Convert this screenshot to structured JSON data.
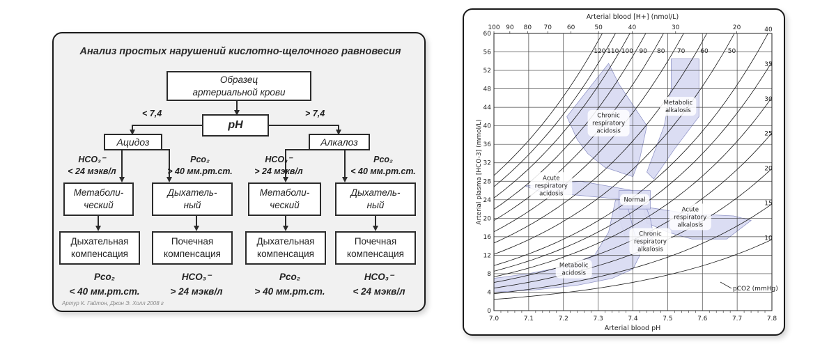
{
  "flowchart": {
    "title": "Анализ простых нарушений кислотно-щелочного равновесия",
    "sample_line1": "Образец",
    "sample_line2": "артериальной крови",
    "ph": "pH",
    "lt": "< 7,4",
    "gt": "> 7,4",
    "acidosis": "Ацидоз",
    "alkalosis": "Алкалоз",
    "acid_left_l1": "HCO₃⁻",
    "acid_left_l2": "< 24 мэкв/л",
    "acid_right_l1": "Pco₂",
    "acid_right_l2": "> 40 мм.рт.ст.",
    "alk_left_l1": "HCO₃⁻",
    "alk_left_l2": "> 24 мэкв/л",
    "alk_right_l1": "Pco₂",
    "alk_right_l2": "< 40 мм.рт.ст.",
    "metab_l1": "Метаболи-",
    "metab_l2": "ческий",
    "resp_l1": "Дыхатель-",
    "resp_l2": "ный",
    "resp_comp_l1": "Дыхательная",
    "resp_comp_l2": "компенсация",
    "renal_comp_l1": "Почечная",
    "renal_comp_l2": "компенсация",
    "bottom": [
      {
        "l1": "Pco₂",
        "l2": "< 40 мм.рт.ст."
      },
      {
        "l1": "HCO₃⁻",
        "l2": "> 24 мэкв/л"
      },
      {
        "l1": "Pco₂",
        "l2": "> 40 мм.рт.ст."
      },
      {
        "l1": "HCO₃⁻",
        "l2": "< 24 мэкв/л"
      }
    ],
    "credit": "Артур К. Гайтон, Джон Э. Холл 2008 г"
  },
  "nomogram": {
    "top_label": "Arterial blood [H+] (nmol/L)",
    "x_label": "Arterial blood pH",
    "y_label": "Arterial plasma [HCO-3] (mmol/L)",
    "pco2_label": "pCO2 (mmHg)",
    "x_ticks": [
      "7.0",
      "7.1",
      "7.2",
      "7.3",
      "7.4",
      "7.5",
      "7.6",
      "7.7",
      "7.8"
    ],
    "y_ticks": [
      "0",
      "4",
      "8",
      "12",
      "16",
      "20",
      "24",
      "28",
      "32",
      "36",
      "40",
      "44",
      "48",
      "52",
      "56",
      "60"
    ],
    "h_ticks": [
      "100",
      "90",
      "80",
      "70",
      "60",
      "50",
      "40",
      "30",
      "20"
    ],
    "pco2_values": [
      120,
      110,
      100,
      90,
      80,
      70,
      60,
      50,
      40,
      35,
      30,
      25,
      20,
      15,
      10
    ],
    "regions": {
      "normal": "Normal",
      "chronic_resp_acid": [
        "Chronic",
        "respiratory",
        "acidosis"
      ],
      "metab_alk": [
        "Metabolic",
        "alkalosis"
      ],
      "acute_resp_acid": [
        "Acute",
        "respiratory",
        "acidosis"
      ],
      "acute_resp_alk": [
        "Acute",
        "respiratory",
        "alkalosis"
      ],
      "chronic_resp_alk": [
        "Chronic",
        "respiratory",
        "alkalosis"
      ],
      "metab_acid": [
        "Metabolic",
        "acidosis"
      ]
    },
    "colors": {
      "region_fill": "#d9dbf2",
      "region_stroke": "#8a8fc4",
      "line": "#222222"
    }
  }
}
